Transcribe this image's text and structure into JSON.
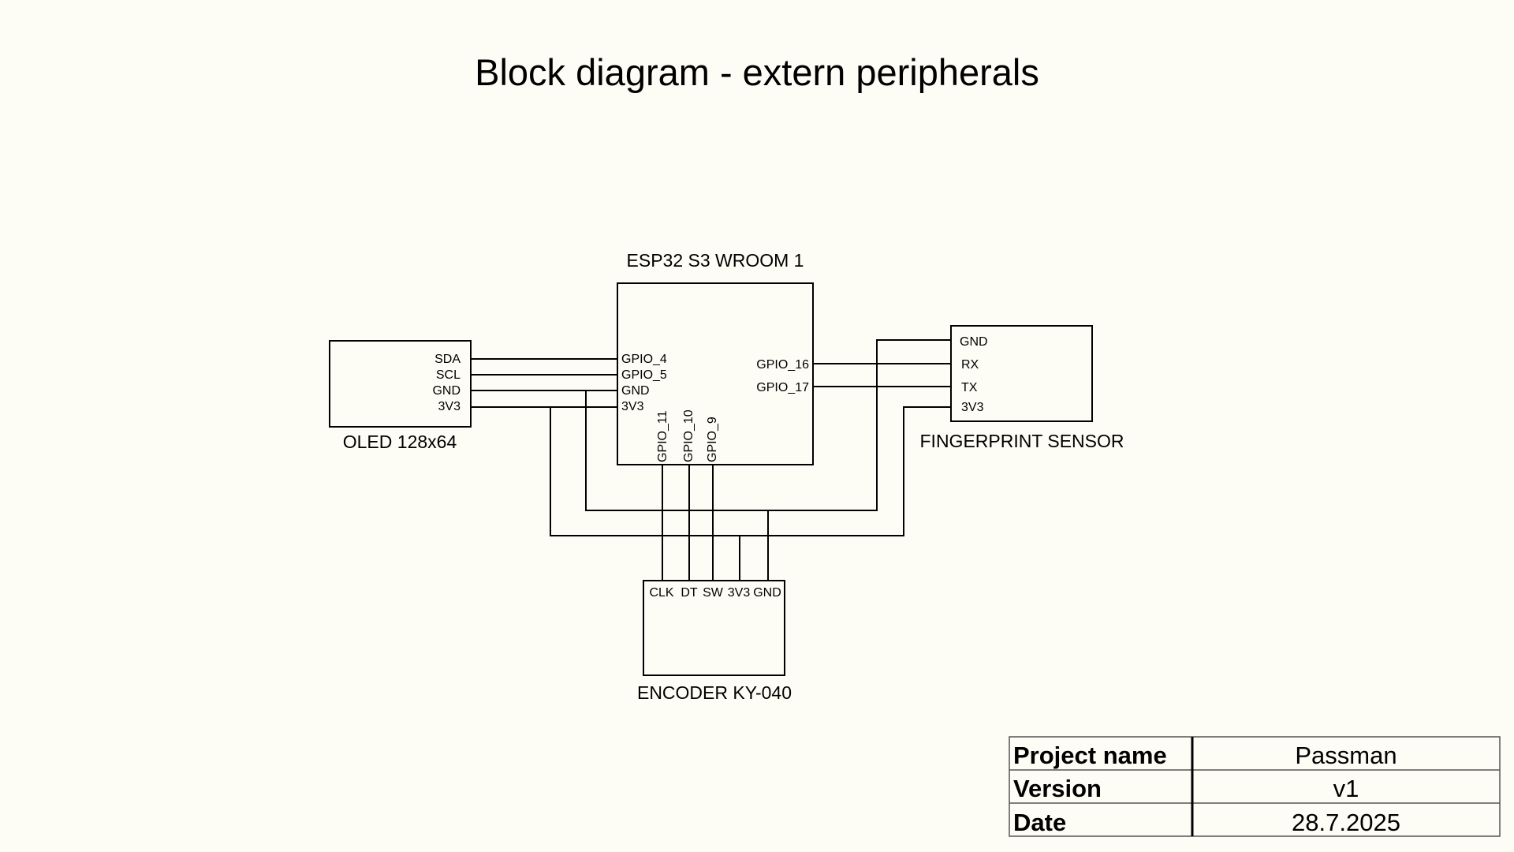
{
  "title": "Block diagram - extern peripherals",
  "modules": {
    "esp32": {
      "label": "ESP32 S3 WROOM 1",
      "left_pins": [
        "GPIO_4",
        "GPIO_5",
        "GND",
        "3V3"
      ],
      "right_pins": [
        "GPIO_16",
        "GPIO_17"
      ],
      "bottom_pins": [
        "GPIO_11",
        "GPIO_10",
        "GPIO_9"
      ]
    },
    "oled": {
      "label": "OLED 128x64",
      "pins": [
        "SDA",
        "SCL",
        "GND",
        "3V3"
      ]
    },
    "fingerprint": {
      "label": "FINGERPRINT SENSOR",
      "pins": [
        "GND",
        "RX",
        "TX",
        "3V3"
      ]
    },
    "encoder": {
      "label": "ENCODER KY-040",
      "pins": [
        "CLK",
        "DT",
        "SW",
        "3V3",
        "GND"
      ]
    }
  },
  "title_block": {
    "rows": [
      {
        "key": "Project name",
        "value": "Passman"
      },
      {
        "key": "Version",
        "value": "v1"
      },
      {
        "key": "Date",
        "value": "28.7.2025"
      }
    ]
  }
}
